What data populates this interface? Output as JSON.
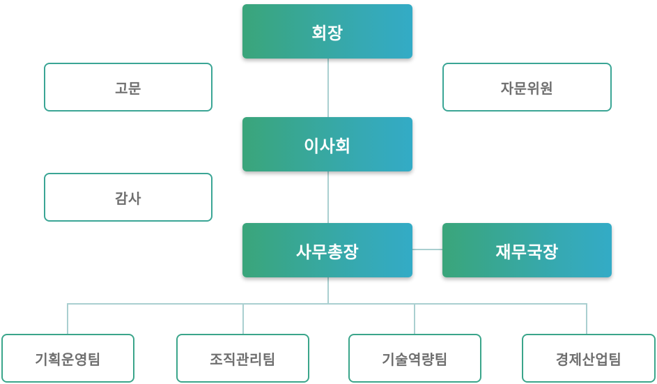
{
  "org_chart": {
    "chairman": "회장",
    "advisor": "고문",
    "advisory_committee": "자문위원",
    "board": "이사회",
    "auditor": "감사",
    "secretary_general": "사무총장",
    "finance_director": "재무국장",
    "teams": [
      "기획운영팀",
      "조직관리팀",
      "기술역량팀",
      "경제산업팀"
    ]
  }
}
